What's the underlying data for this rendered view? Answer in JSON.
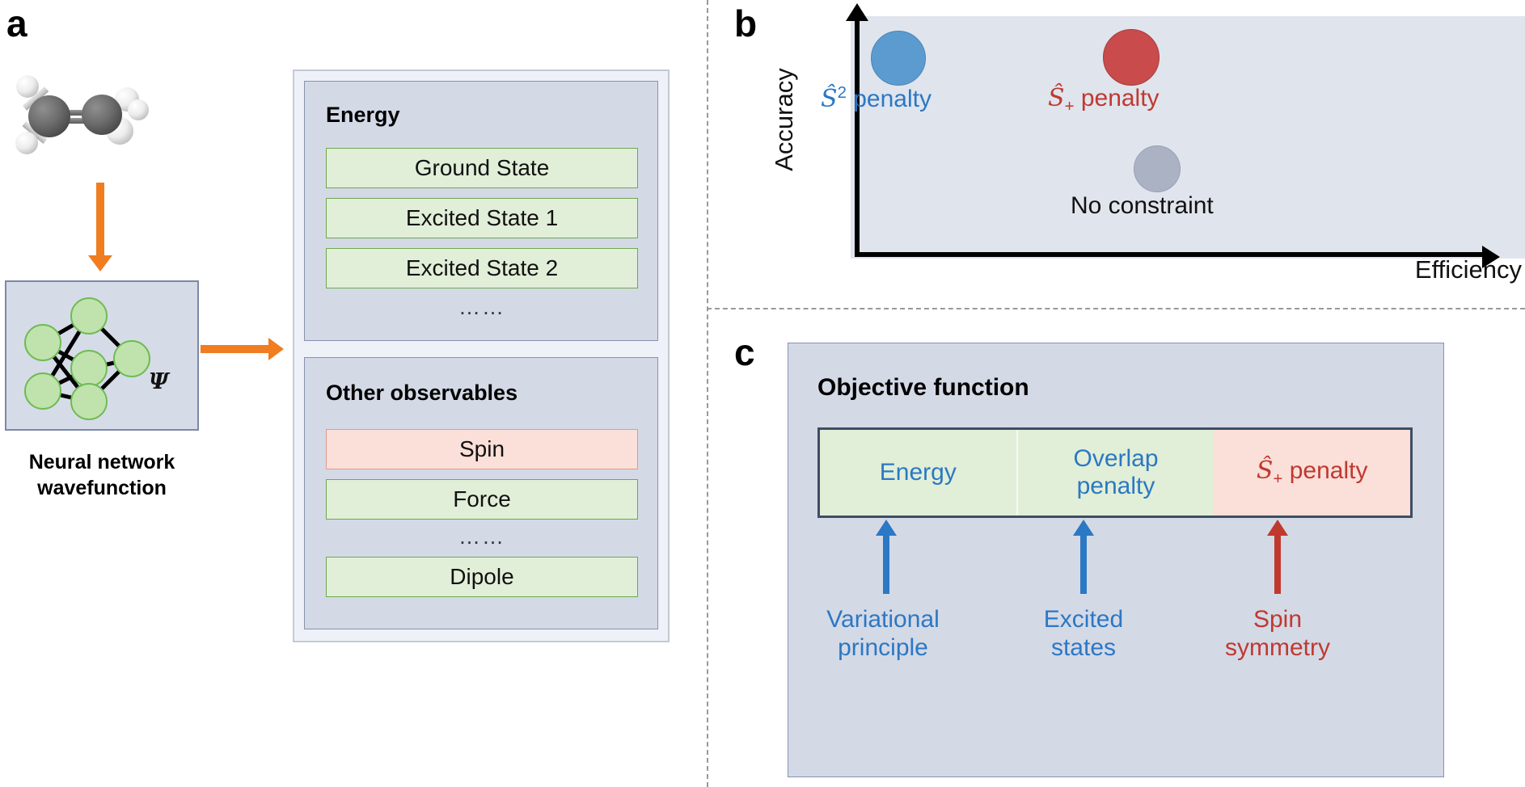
{
  "panels": {
    "a": {
      "letter": "a",
      "molecule_name": "ethylene-molecule",
      "nn_label": "Ψ",
      "nn_caption": "Neural network\nwavefunction",
      "energy": {
        "title": "Energy",
        "items": [
          "Ground State",
          "Excited State 1",
          "Excited State 2"
        ],
        "ellipsis": "……"
      },
      "observables": {
        "title": "Other observables",
        "items": [
          {
            "label": "Spin",
            "tone": "red"
          },
          {
            "label": "Force",
            "tone": "green"
          },
          {
            "label": "Dipole",
            "tone": "green"
          }
        ],
        "ellipsis": "……"
      }
    },
    "b": {
      "letter": "b",
      "ylabel": "Accuracy",
      "xlabel": "Efficiency",
      "points": [
        {
          "name": "s2-penalty",
          "label_html": "Ŝ2 penalty",
          "color": "#5b9bd0",
          "accuracy": "high",
          "efficiency": "low-mid"
        },
        {
          "name": "s-plus-penalty",
          "label_html": "Ŝ+ penalty",
          "color": "#c94b4b",
          "accuracy": "high",
          "efficiency": "high"
        },
        {
          "name": "no-constraint",
          "label_html": "No constraint",
          "color": "#aab2c4",
          "accuracy": "low",
          "efficiency": "high"
        }
      ],
      "labels": {
        "s2_prefix": "S",
        "s2_sup": "2",
        "s2_suffix": " penalty",
        "splus_prefix": "S",
        "splus_sub": "+",
        "splus_suffix": " penalty",
        "noconstraint": "No constraint"
      }
    },
    "c": {
      "letter": "c",
      "title": "Objective function",
      "cells": [
        {
          "label": "Energy",
          "tone": "green"
        },
        {
          "label": "Overlap\npenalty",
          "tone": "green"
        },
        {
          "label": "S+ penalty",
          "tone": "red"
        }
      ],
      "cell3": {
        "prefix": "S",
        "sub": "+",
        "suffix": " penalty"
      },
      "footers": [
        {
          "label": "Variational\nprinciple",
          "color": "#2b78c4"
        },
        {
          "label": "Excited\nstates",
          "color": "#2b78c4"
        },
        {
          "label": "Spin\nsymmetry",
          "color": "#c0392f"
        }
      ]
    }
  },
  "colors": {
    "orange_arrow": "#f07d20",
    "blue": "#2b78c4",
    "red": "#c0392f",
    "panel_bg": "#d4d9e6",
    "green_cell": "#e1efd8",
    "red_cell": "#fbdfd9",
    "plot_bg": "#e0e4ed"
  }
}
